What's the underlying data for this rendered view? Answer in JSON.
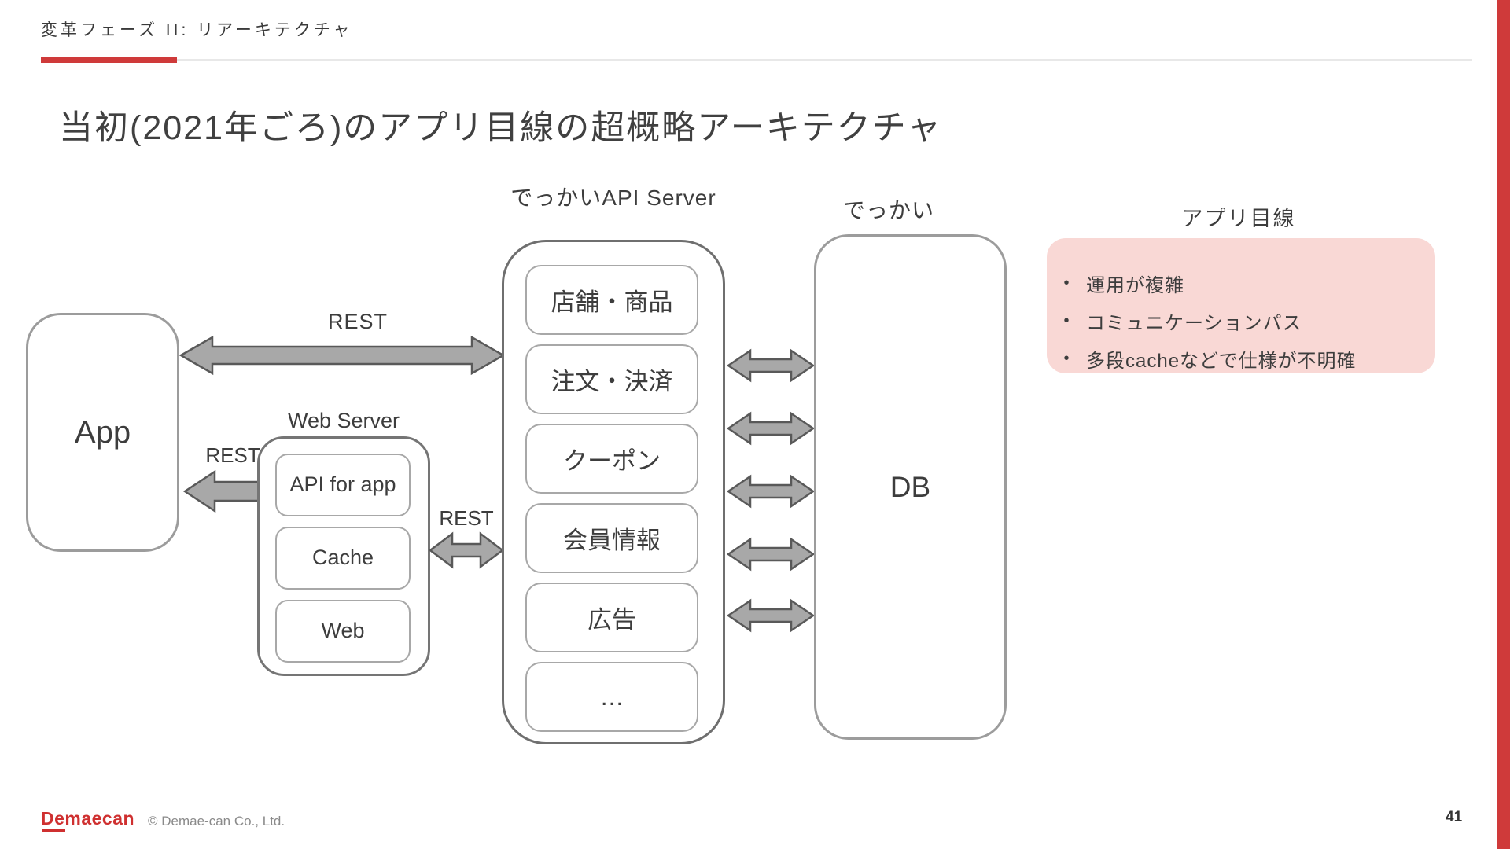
{
  "header": {
    "kicker": "変革フェーズ II: リアーキテクチャ"
  },
  "title": "当初(2021年ごろ)のアプリ目線の超概略アーキテクチャ",
  "diagram": {
    "app": {
      "label": "App"
    },
    "rest_labels": [
      "REST",
      "REST",
      "REST"
    ],
    "web_server": {
      "title": "Web Server",
      "modules": [
        "API for app",
        "Cache",
        "Web"
      ]
    },
    "api_server": {
      "title": "でっかいAPI Server",
      "modules": [
        "店舗・商品",
        "注文・決済",
        "クーポン",
        "会員情報",
        "広告",
        "…"
      ]
    },
    "db": {
      "title_line1": "でっかい",
      "title_line2": "DB",
      "label": "DB"
    }
  },
  "callout": {
    "title": "アプリ目線",
    "items": [
      "運用が複雑",
      "コミュニケーションパス",
      "多段cacheなどで仕様が不明確"
    ]
  },
  "footer": {
    "logo": "Demaecan",
    "copyright": "© Demae-can Co., Ltd.",
    "page": "41"
  },
  "colors": {
    "brand_red": "#cf3a3a",
    "callout_pink": "#f9d8d5",
    "arrow_fill": "#a8a8a8",
    "arrow_stroke": "#595959",
    "box_border_light": "#9c9c9c",
    "box_border_dark": "#6f6f6f",
    "text": "#3d3d3d"
  }
}
